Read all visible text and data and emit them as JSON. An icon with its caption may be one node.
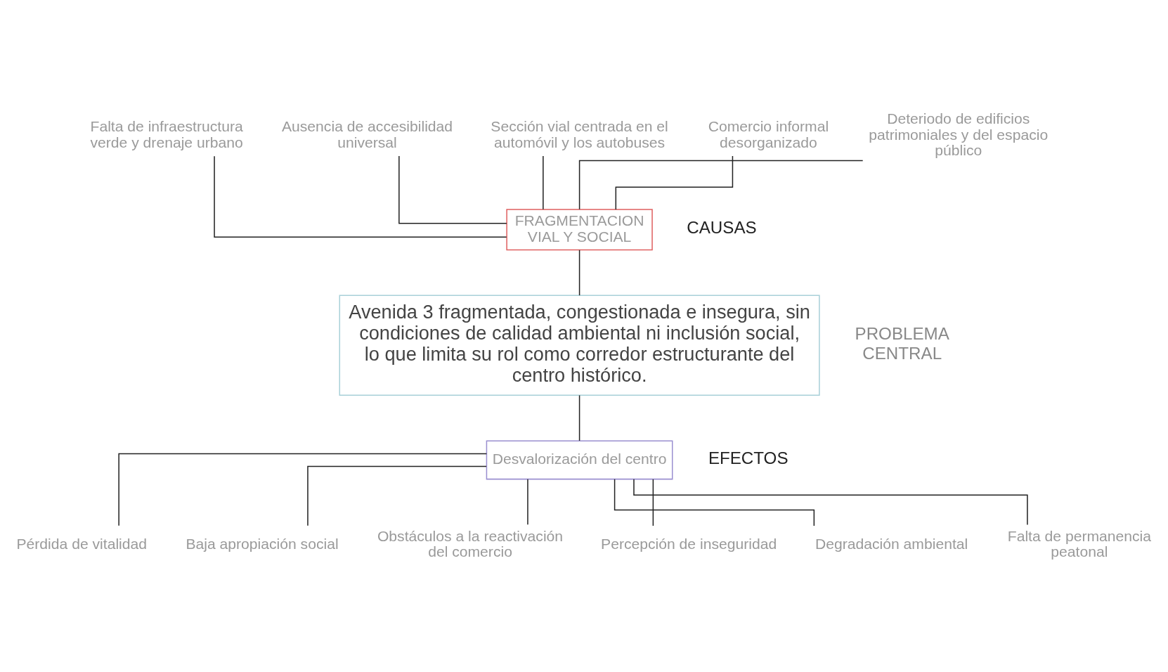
{
  "diagram": {
    "nodes": [
      {
        "text": [
          "Falta de infraestructura verde y drenaje urbano"
        ]
      },
      {
        "text": [
          "Ausencia de accesibilidad universal"
        ]
      },
      {
        "text": [
          "Sección vial centrada en el automóvil y los autobuses"
        ]
      },
      {
        "text": [
          "Comercio informal desorganizado"
        ]
      },
      {
        "text": [
          "Deteriodo de edificios patrimoniales y del espacio público"
        ]
      },
      {
        "text": [
          "FRAGMENTACION VIAL Y SOCIAL"
        ]
      },
      {
        "text": [
          "Avenida 3 fragmentada, congestionada e insegura, sin condiciones de calidad ambiental ni inclusión social, lo que limita su rol como corredor estructurante del centro histórico."
        ]
      },
      {
        "text": [
          "Desvalorización del centro"
        ]
      },
      {
        "text": [
          "Pérdida de vitalidad"
        ]
      },
      {
        "text": [
          "Baja apropiación social"
        ]
      },
      {
        "text": [
          "Obstáculos a la reactivación del comercio"
        ]
      },
      {
        "text": [
          "Percepción de inseguridad"
        ]
      },
      {
        "text": [
          "Degradación ambiental"
        ]
      },
      {
        "text": [
          "Falta de permanencia peatonal"
        ]
      }
    ],
    "edges": [
      {
        "from": 0,
        "to": 5,
        "arrow": "none"
      },
      {
        "from": 1,
        "to": 5,
        "arrow": "none"
      },
      {
        "from": 2,
        "to": 5,
        "arrow": "none"
      },
      {
        "from": 3,
        "to": 5,
        "arrow": "none"
      },
      {
        "from": 4,
        "to": 5,
        "arrow": "none"
      },
      {
        "from": 5,
        "to": 6,
        "arrow": "none"
      },
      {
        "from": 6,
        "to": 7,
        "arrow": "none"
      },
      {
        "from": 7,
        "to": 8,
        "arrow": "none"
      },
      {
        "from": 7,
        "to": 9,
        "arrow": "none"
      },
      {
        "from": 7,
        "to": 10,
        "arrow": "none"
      },
      {
        "from": 7,
        "to": 11,
        "arrow": "none"
      },
      {
        "from": 7,
        "to": 12,
        "arrow": "none"
      },
      {
        "from": 7,
        "to": 13,
        "arrow": "none"
      }
    ],
    "labels": [
      "CAUSAS",
      "PROBLEMA CENTRAL",
      "EFECTOS"
    ]
  }
}
